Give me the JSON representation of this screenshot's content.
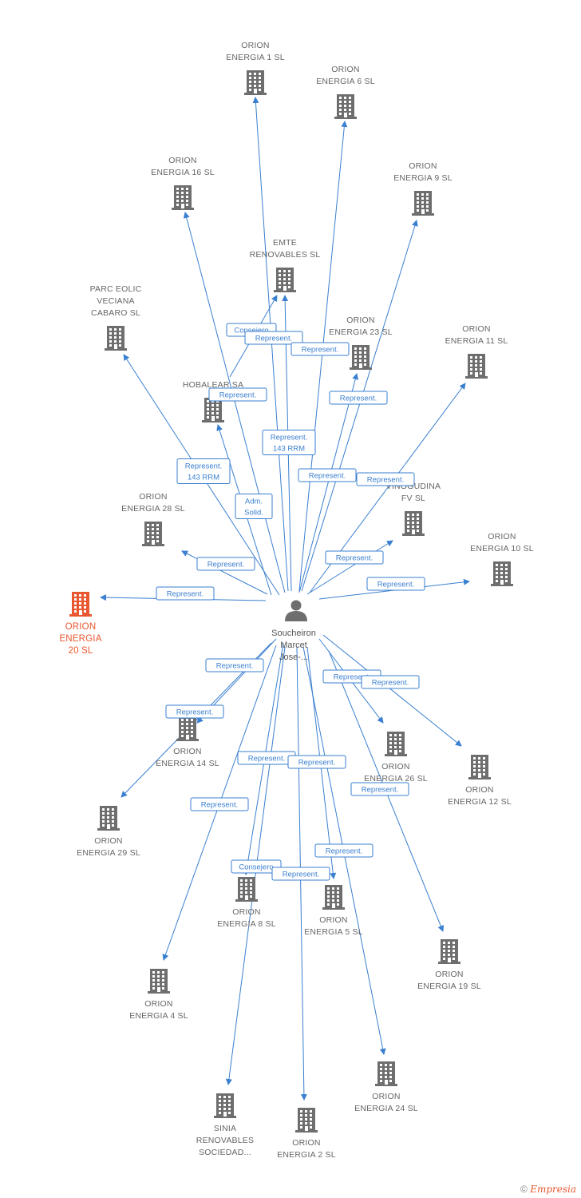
{
  "center": {
    "lines": [
      "Soucheiron",
      "Marcet",
      "Jose-..."
    ],
    "icon": "person-icon"
  },
  "companies": [
    {
      "id": "e1",
      "lines": [
        "ORION",
        "ENERGIA 1 SL"
      ],
      "icon": "building-icon"
    },
    {
      "id": "e6",
      "lines": [
        "ORION",
        "ENERGIA 6 SL"
      ],
      "icon": "building-icon"
    },
    {
      "id": "e16",
      "lines": [
        "ORION",
        "ENERGIA 16 SL"
      ],
      "icon": "building-icon"
    },
    {
      "id": "e9",
      "lines": [
        "ORION",
        "ENERGIA 9 SL"
      ],
      "icon": "building-icon"
    },
    {
      "id": "emte",
      "lines": [
        "EMTE",
        "RENOVABLES SL"
      ],
      "icon": "building-icon"
    },
    {
      "id": "parc",
      "lines": [
        "PARC EOLIC",
        "VECIANA",
        "CABARO SL"
      ],
      "icon": "building-icon"
    },
    {
      "id": "e23",
      "lines": [
        "ORION",
        "ENERGIA 23 SL"
      ],
      "icon": "building-icon"
    },
    {
      "id": "e11",
      "lines": [
        "ORION",
        "ENERGIA 11 SL"
      ],
      "icon": "building-icon"
    },
    {
      "id": "hob",
      "lines": [
        "HOBALEAR SA"
      ],
      "icon": "building-icon"
    },
    {
      "id": "e28",
      "lines": [
        "ORION",
        "ENERGIA 28 SL"
      ],
      "icon": "building-icon"
    },
    {
      "id": "vin",
      "lines": [
        "VINOGUDINA",
        "FV SL"
      ],
      "icon": "building-icon"
    },
    {
      "id": "e10",
      "lines": [
        "ORION",
        "ENERGIA 10 SL"
      ],
      "icon": "building-icon"
    },
    {
      "id": "e20",
      "lines": [
        "ORION",
        "ENERGIA",
        "20 SL"
      ],
      "icon": "building-icon",
      "highlight": true
    },
    {
      "id": "e14",
      "lines": [
        "ORION",
        "ENERGIA 14 SL"
      ],
      "icon": "building-icon"
    },
    {
      "id": "e26",
      "lines": [
        "ORION",
        "ENERGIA 26 SL"
      ],
      "icon": "building-icon"
    },
    {
      "id": "e12",
      "lines": [
        "ORION",
        "ENERGIA 12 SL"
      ],
      "icon": "building-icon"
    },
    {
      "id": "e29",
      "lines": [
        "ORION",
        "ENERGIA 29 SL"
      ],
      "icon": "building-icon"
    },
    {
      "id": "e8",
      "lines": [
        "ORION",
        "ENERGIA 8 SL"
      ],
      "icon": "building-icon"
    },
    {
      "id": "e5",
      "lines": [
        "ORION",
        "ENERGIA 5 SL"
      ],
      "icon": "building-icon"
    },
    {
      "id": "e19",
      "lines": [
        "ORION",
        "ENERGIA 19 SL"
      ],
      "icon": "building-icon"
    },
    {
      "id": "e4",
      "lines": [
        "ORION",
        "ENERGIA 4 SL"
      ],
      "icon": "building-icon"
    },
    {
      "id": "e24",
      "lines": [
        "ORION",
        "ENERGIA 24 SL"
      ],
      "icon": "building-icon"
    },
    {
      "id": "sin",
      "lines": [
        "SINIA",
        "RENOVABLES",
        "SOCIEDAD..."
      ],
      "icon": "building-icon"
    },
    {
      "id": "e2",
      "lines": [
        "ORION",
        "ENERGIA 2 SL"
      ],
      "icon": "building-icon"
    }
  ],
  "relations": [
    {
      "id": "r1",
      "lines": [
        "Consejero"
      ]
    },
    {
      "id": "r2",
      "lines": [
        "Represent."
      ]
    },
    {
      "id": "r3",
      "lines": [
        "Represent."
      ]
    },
    {
      "id": "r4",
      "lines": [
        "Represent."
      ]
    },
    {
      "id": "r5",
      "lines": [
        "Represent."
      ]
    },
    {
      "id": "r6",
      "lines": [
        "Represent.",
        "143 RRM"
      ]
    },
    {
      "id": "r7",
      "lines": [
        "Represent.",
        "143 RRM"
      ]
    },
    {
      "id": "r8",
      "lines": [
        "Represent."
      ]
    },
    {
      "id": "r9",
      "lines": [
        "Represent."
      ]
    },
    {
      "id": "r10",
      "lines": [
        "Adm.",
        "Solid."
      ]
    },
    {
      "id": "r11",
      "lines": [
        "Represent."
      ]
    },
    {
      "id": "r12",
      "lines": [
        "Represent."
      ]
    },
    {
      "id": "r13",
      "lines": [
        "Represent."
      ]
    },
    {
      "id": "r14",
      "lines": [
        "Represent."
      ]
    },
    {
      "id": "r15",
      "lines": [
        "Represent."
      ]
    },
    {
      "id": "r16",
      "lines": [
        "Represent."
      ]
    },
    {
      "id": "r17",
      "lines": [
        "Represent."
      ]
    },
    {
      "id": "r18",
      "lines": [
        "Represent."
      ]
    },
    {
      "id": "r19",
      "lines": [
        "Represent."
      ]
    },
    {
      "id": "r20",
      "lines": [
        "Represent."
      ]
    },
    {
      "id": "r21",
      "lines": [
        "Represent."
      ]
    },
    {
      "id": "r22",
      "lines": [
        "Represent."
      ]
    },
    {
      "id": "r23",
      "lines": [
        "Represent."
      ]
    },
    {
      "id": "r24",
      "lines": [
        "Consejero"
      ]
    },
    {
      "id": "r25",
      "lines": [
        "Represent."
      ]
    }
  ],
  "footer": {
    "copyright": "©",
    "brand": "Empresia"
  },
  "colors": {
    "edge": "#3a7fd0",
    "building": "#6e6e6e",
    "highlight": "#e8572f"
  }
}
